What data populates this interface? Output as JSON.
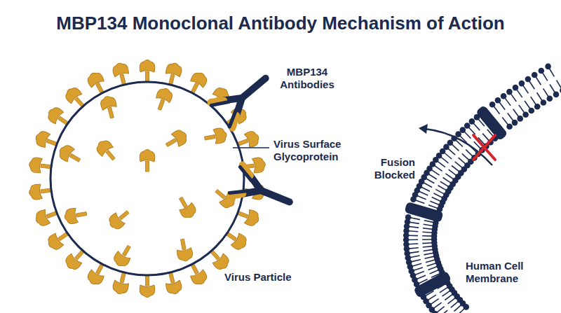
{
  "diagram": {
    "title": "MBP134 Monoclonal Antibody Mechanism of Action",
    "labels": [
      "MBP134 Antibodies",
      "Virus Surface Glycoprotein",
      "Fusion Blocked",
      "Virus Particle",
      "Human Cell Membrane"
    ]
  }
}
